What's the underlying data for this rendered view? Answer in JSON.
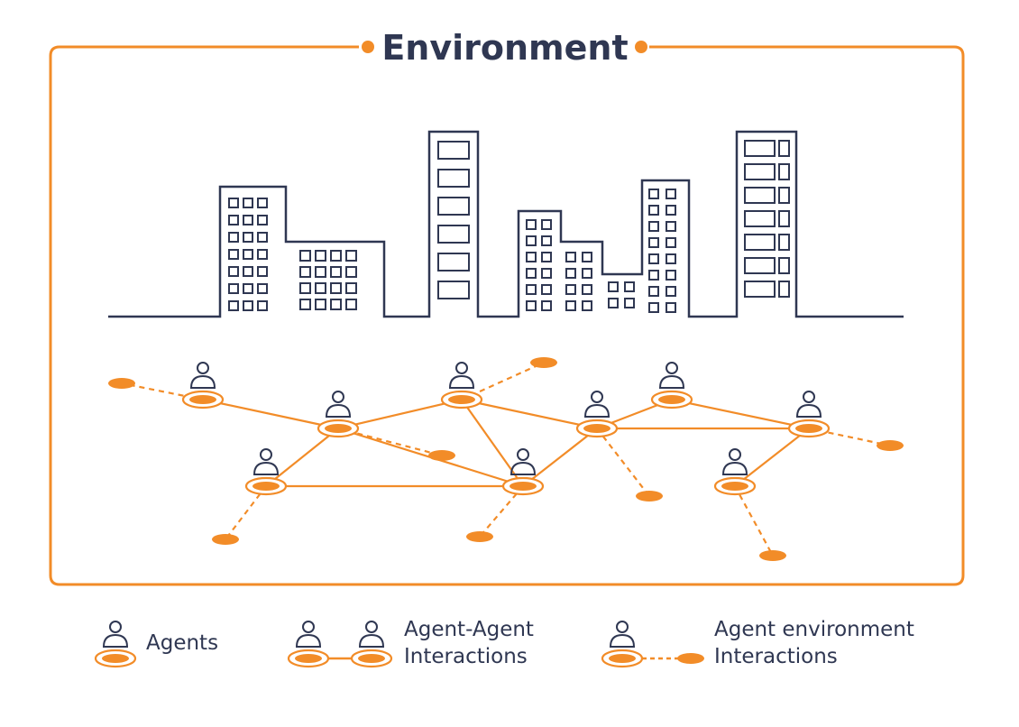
{
  "title": "Environment",
  "colors": {
    "accent": "#f28c28",
    "ink": "#2f3752",
    "background": "#ffffff"
  },
  "legend": {
    "agents_label": "Agents",
    "agent_agent_line1": "Agent-Agent",
    "agent_agent_line2": "Interactions",
    "agent_env_line1": "Agent environment",
    "agent_env_line2": "Interactions"
  }
}
